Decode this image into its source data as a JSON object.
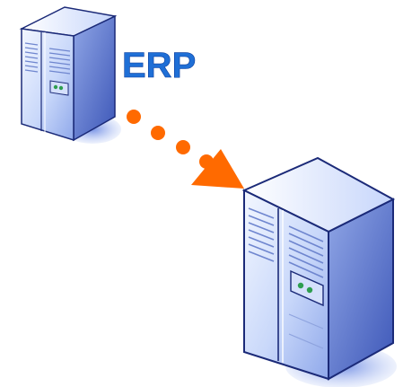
{
  "diagram": {
    "nodes": [
      {
        "id": "source-server",
        "label": "ERP",
        "icon": "server-tower-icon"
      },
      {
        "id": "target-server",
        "label": "",
        "icon": "server-tower-icon"
      }
    ],
    "connector": {
      "style": "dotted-arrow",
      "from": "source-server",
      "to": "target-server"
    }
  },
  "colors": {
    "label": "#1f6fd6",
    "arrow": "#ff6a00",
    "server_front_light": "#e9f0ff",
    "server_front_mid": "#b9cdf5",
    "server_side_dark": "#5874c9",
    "server_outline": "#1b2a78",
    "shadow": "#6f8fe6"
  }
}
